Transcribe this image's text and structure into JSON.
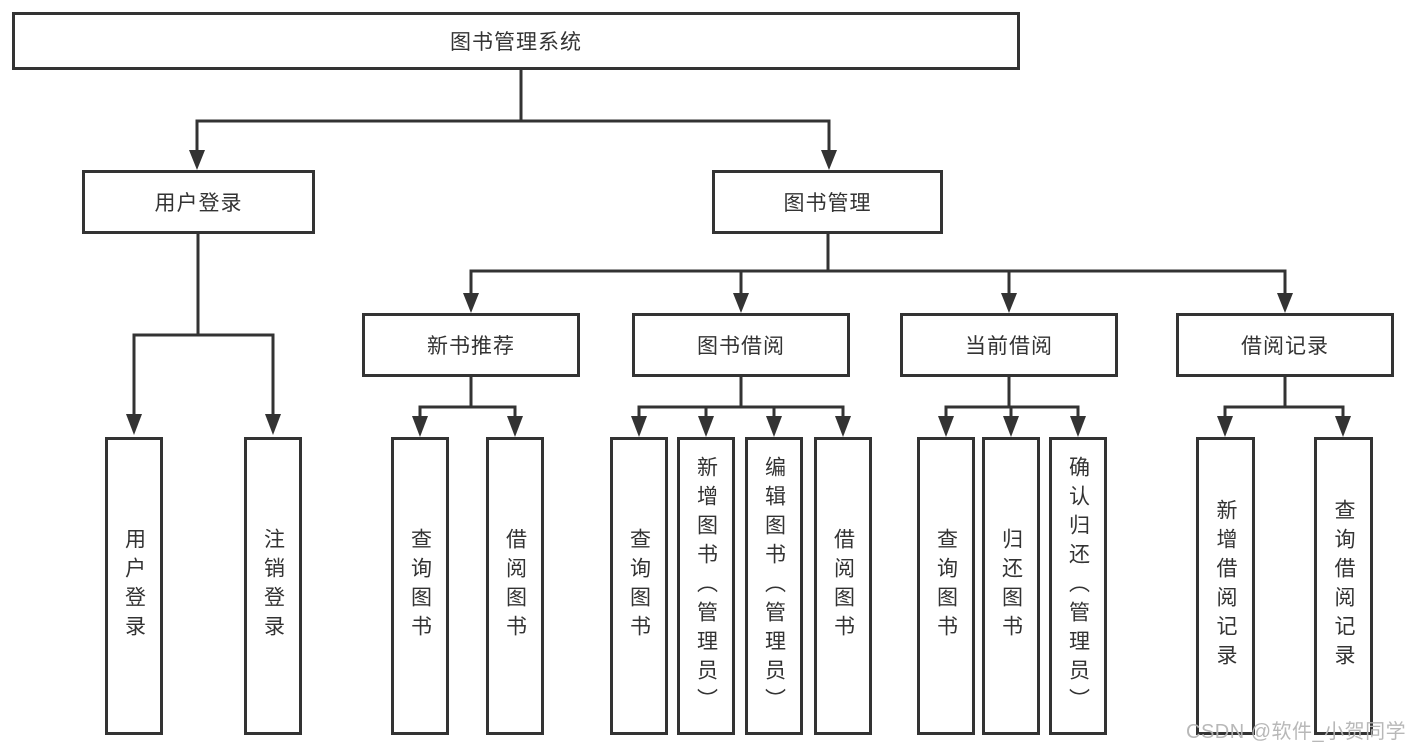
{
  "diagram": {
    "root_label": "图书管理系统",
    "branches": {
      "user_login": {
        "label": "用户登录",
        "children": [
          "用户登录",
          "注销登录"
        ]
      },
      "book_mgmt": {
        "label": "图书管理",
        "sections": [
          {
            "label": "新书推荐",
            "children": [
              "查询图书",
              "借阅图书"
            ]
          },
          {
            "label": "图书借阅",
            "children": [
              "查询图书",
              "新增图书（管理员）",
              "编辑图书（管理员）",
              "借阅图书"
            ]
          },
          {
            "label": "当前借阅",
            "children": [
              "查询图书",
              "归还图书",
              "确认归还（管理员）"
            ]
          },
          {
            "label": "借阅记录",
            "children": [
              "新增借阅记录",
              "查询借阅记录"
            ]
          }
        ]
      }
    }
  },
  "watermark": "CSDN @软件_小贺同学",
  "colors": {
    "line": "#333333",
    "text": "#333333",
    "box_fill": "#ffffff",
    "watermark": "#b5b5b5",
    "background": "#ffffff"
  }
}
